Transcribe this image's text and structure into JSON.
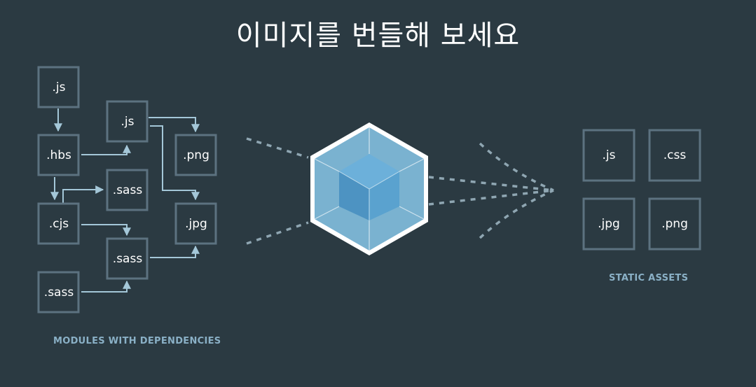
{
  "title": "이미지를 번들해 보세요",
  "left": {
    "caption": "MODULES WITH DEPENDENCIES",
    "modules": [
      ".js",
      ".hbs",
      ".cjs",
      ".sass",
      ".js",
      ".sass",
      ".sass",
      ".png",
      ".jpg"
    ]
  },
  "right": {
    "caption": "STATIC ASSETS",
    "assets": [
      ".js",
      ".css",
      ".jpg",
      ".png"
    ]
  },
  "colors": {
    "background": "#2b3a42",
    "box_border": "#5c7280",
    "connector": "#a4c7d8",
    "cube_outer": "#7ab2d0",
    "cube_inner": "#5299c8",
    "caption": "#8ab0c6"
  }
}
